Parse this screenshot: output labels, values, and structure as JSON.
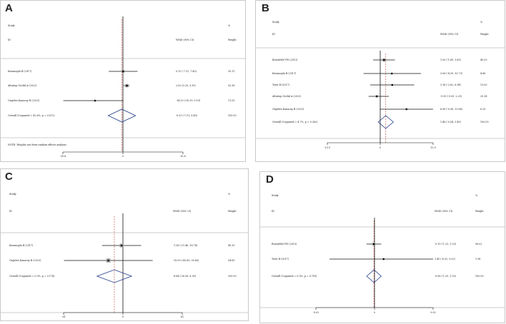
{
  "colors": {
    "ci": "#111111",
    "marker": "#000000",
    "box": "#9a9a9a",
    "diamond": "#1f3a8a",
    "overall_line": "#c0392b",
    "frame": "#c9c9c9"
  },
  "chart_data": [
    {
      "type": "forest",
      "panel": "A",
      "col_study": "Study",
      "col_id": "ID",
      "col_effect": "WMD (95% CI)",
      "col_pct": "%",
      "col_weight": "Weight",
      "xlim": [
        -30.6,
        30.6
      ],
      "ticks": [
        -30.6,
        0,
        30.6
      ],
      "tick_labels": [
        "-30.6",
        "0",
        "30.6"
      ],
      "studies": [
        {
          "label": "Kenanoglu B (2017)",
          "est": 0.12,
          "lo": -7.21,
          "hi": 7.45,
          "effect_text": "0.12 (-7.21, 7.45)",
          "weight_text": "35.11",
          "w": 35.11
        },
        {
          "label": "Altintop Geckil A (2022)",
          "est": 2.02,
          "lo": 0.29,
          "hi": 3.35,
          "effect_text": "2.02 (0.29, 3.35)",
          "weight_text": "53.36",
          "w": 53.36
        },
        {
          "label": "Ozgelen Kanacay B (2023)",
          "est": -14.2,
          "lo": -30.39,
          "hi": 0.19,
          "effect_text": "-14.20 (-30.39, 0.19)",
          "weight_text": "11.53",
          "w": 11.53
        }
      ],
      "overall": {
        "label": "Overall  (I-squared = 42.6%, p = 0.672)",
        "est": -0.53,
        "lo": -7.51,
        "hi": 6.45,
        "effect_text": "-0.53 (-7.51, 6.45)",
        "weight_text": "100.00"
      },
      "note": "NOTE: Weights are from random effects analysis"
    },
    {
      "type": "forest",
      "panel": "B",
      "col_study": "Study",
      "col_id": "ID",
      "col_effect": "WMD (95% CI)",
      "col_pct": "%",
      "col_weight": "Weight",
      "xlim": [
        -13.9,
        13.9
      ],
      "ticks": [
        -13.9,
        0,
        13.9
      ],
      "tick_labels": [
        "-13.9",
        "0",
        "13.9"
      ],
      "studies": [
        {
          "label": "Rosenfeld VW (2013)",
          "est": 1.0,
          "lo": -1.85,
          "hi": 3.85,
          "effect_text": "1.00 (-1.85, 3.85)",
          "weight_text": "49.53",
          "w": 49.53
        },
        {
          "label": "Kenanoglu B (2017)",
          "est": 3.06,
          "lo": -4.39,
          "hi": 10.73,
          "effect_text": "3.06 (-4.39, 10.73)",
          "weight_text": "4.86",
          "w": 4.86
        },
        {
          "label": "Torst B (2017)",
          "est": 3.16,
          "lo": -2.62,
          "hi": 8.94,
          "effect_text": "3.16 (-2.62, 8.94)",
          "weight_text": "13.00",
          "w": 13.0
        },
        {
          "label": "Altintop Geckil A (2022)",
          "est": -0.9,
          "lo": -3.05,
          "hi": 2.25,
          "effect_text": "-0.90 (-3.05, 2.25)",
          "weight_text": "25.34",
          "w": 25.34
        },
        {
          "label": "Ozgelen Kanacay B (2023)",
          "est": 6.9,
          "lo": -0.08,
          "hi": 13.88,
          "effect_text": "6.90 (-0.08, 13.88)",
          "weight_text": "8.25",
          "w": 8.25
        }
      ],
      "overall": {
        "label": "Overall  (I-squared = 4.7%, p = 0.382)",
        "est": 1.46,
        "lo": -0.54,
        "hi": 3.45,
        "effect_text": "1.46 (-0.54, 3.45)",
        "weight_text": "100.00"
      },
      "note": ""
    },
    {
      "type": "forest",
      "panel": "C",
      "col_study": "Study",
      "col_id": "ID",
      "col_effect": "WMD (95% CI)",
      "col_pct": "%",
      "col_weight": "Weight",
      "xlim": [
        -61,
        61
      ],
      "ticks": [
        -61,
        0,
        61
      ],
      "tick_labels": [
        "-61",
        "0",
        "61"
      ],
      "studies": [
        {
          "label": "Kenanoglu B (2017)",
          "est": -1.36,
          "lo": -21.46,
          "hi": 18.74,
          "effect_text": "-1.36 (-21.46, 18.74)",
          "weight_text": "45.35",
          "w": 45.35
        },
        {
          "label": "Ozgelen Kanacay B (2023)",
          "est": -15.0,
          "lo": -60.6,
          "hi": 30.6,
          "effect_text": "-15.00 (-60.60, 30.60)",
          "weight_text": "54.65",
          "w": 54.65
        }
      ],
      "overall": {
        "label": "Overall  (I-squared = 0.0%, p = 0.178)",
        "est": -8.84,
        "lo": -26.58,
        "hi": 8.9,
        "effect_text": "-8.84 (-26.58, 8.90)",
        "weight_text": "100.00"
      },
      "note": ""
    },
    {
      "type": "forest",
      "panel": "D",
      "col_study": "Study",
      "col_id": "ID",
      "col_effect": "WMD (95% CI)",
      "col_pct": "%",
      "col_weight": "Weight",
      "xlim": [
        -9.02,
        9.02
      ],
      "ticks": [
        -9.02,
        0,
        9.02
      ],
      "tick_labels": [
        "-9.02",
        "0",
        "9.02"
      ],
      "studies": [
        {
          "label": "Rosenfeld VW (2013)",
          "est": -0.1,
          "lo": -1.23,
          "hi": 1.03,
          "effect_text": "-0.10 (-1.23, 1.03)",
          "weight_text": "98.02",
          "w": 98.02
        },
        {
          "label": "Torst B (2017)",
          "est": 1.4,
          "lo": -6.92,
          "hi": 9.02,
          "effect_text": "1.40 (-6.92, 9.02)",
          "weight_text": "1.98",
          "w": 1.98
        }
      ],
      "overall": {
        "label": "Overall  (I-squared = 0.0%, p = 0.705)",
        "est": -0.08,
        "lo": -1.2,
        "hi": 1.03,
        "effect_text": "-0.08 (-1.20, 1.03)",
        "weight_text": "100.00"
      },
      "note": ""
    }
  ]
}
